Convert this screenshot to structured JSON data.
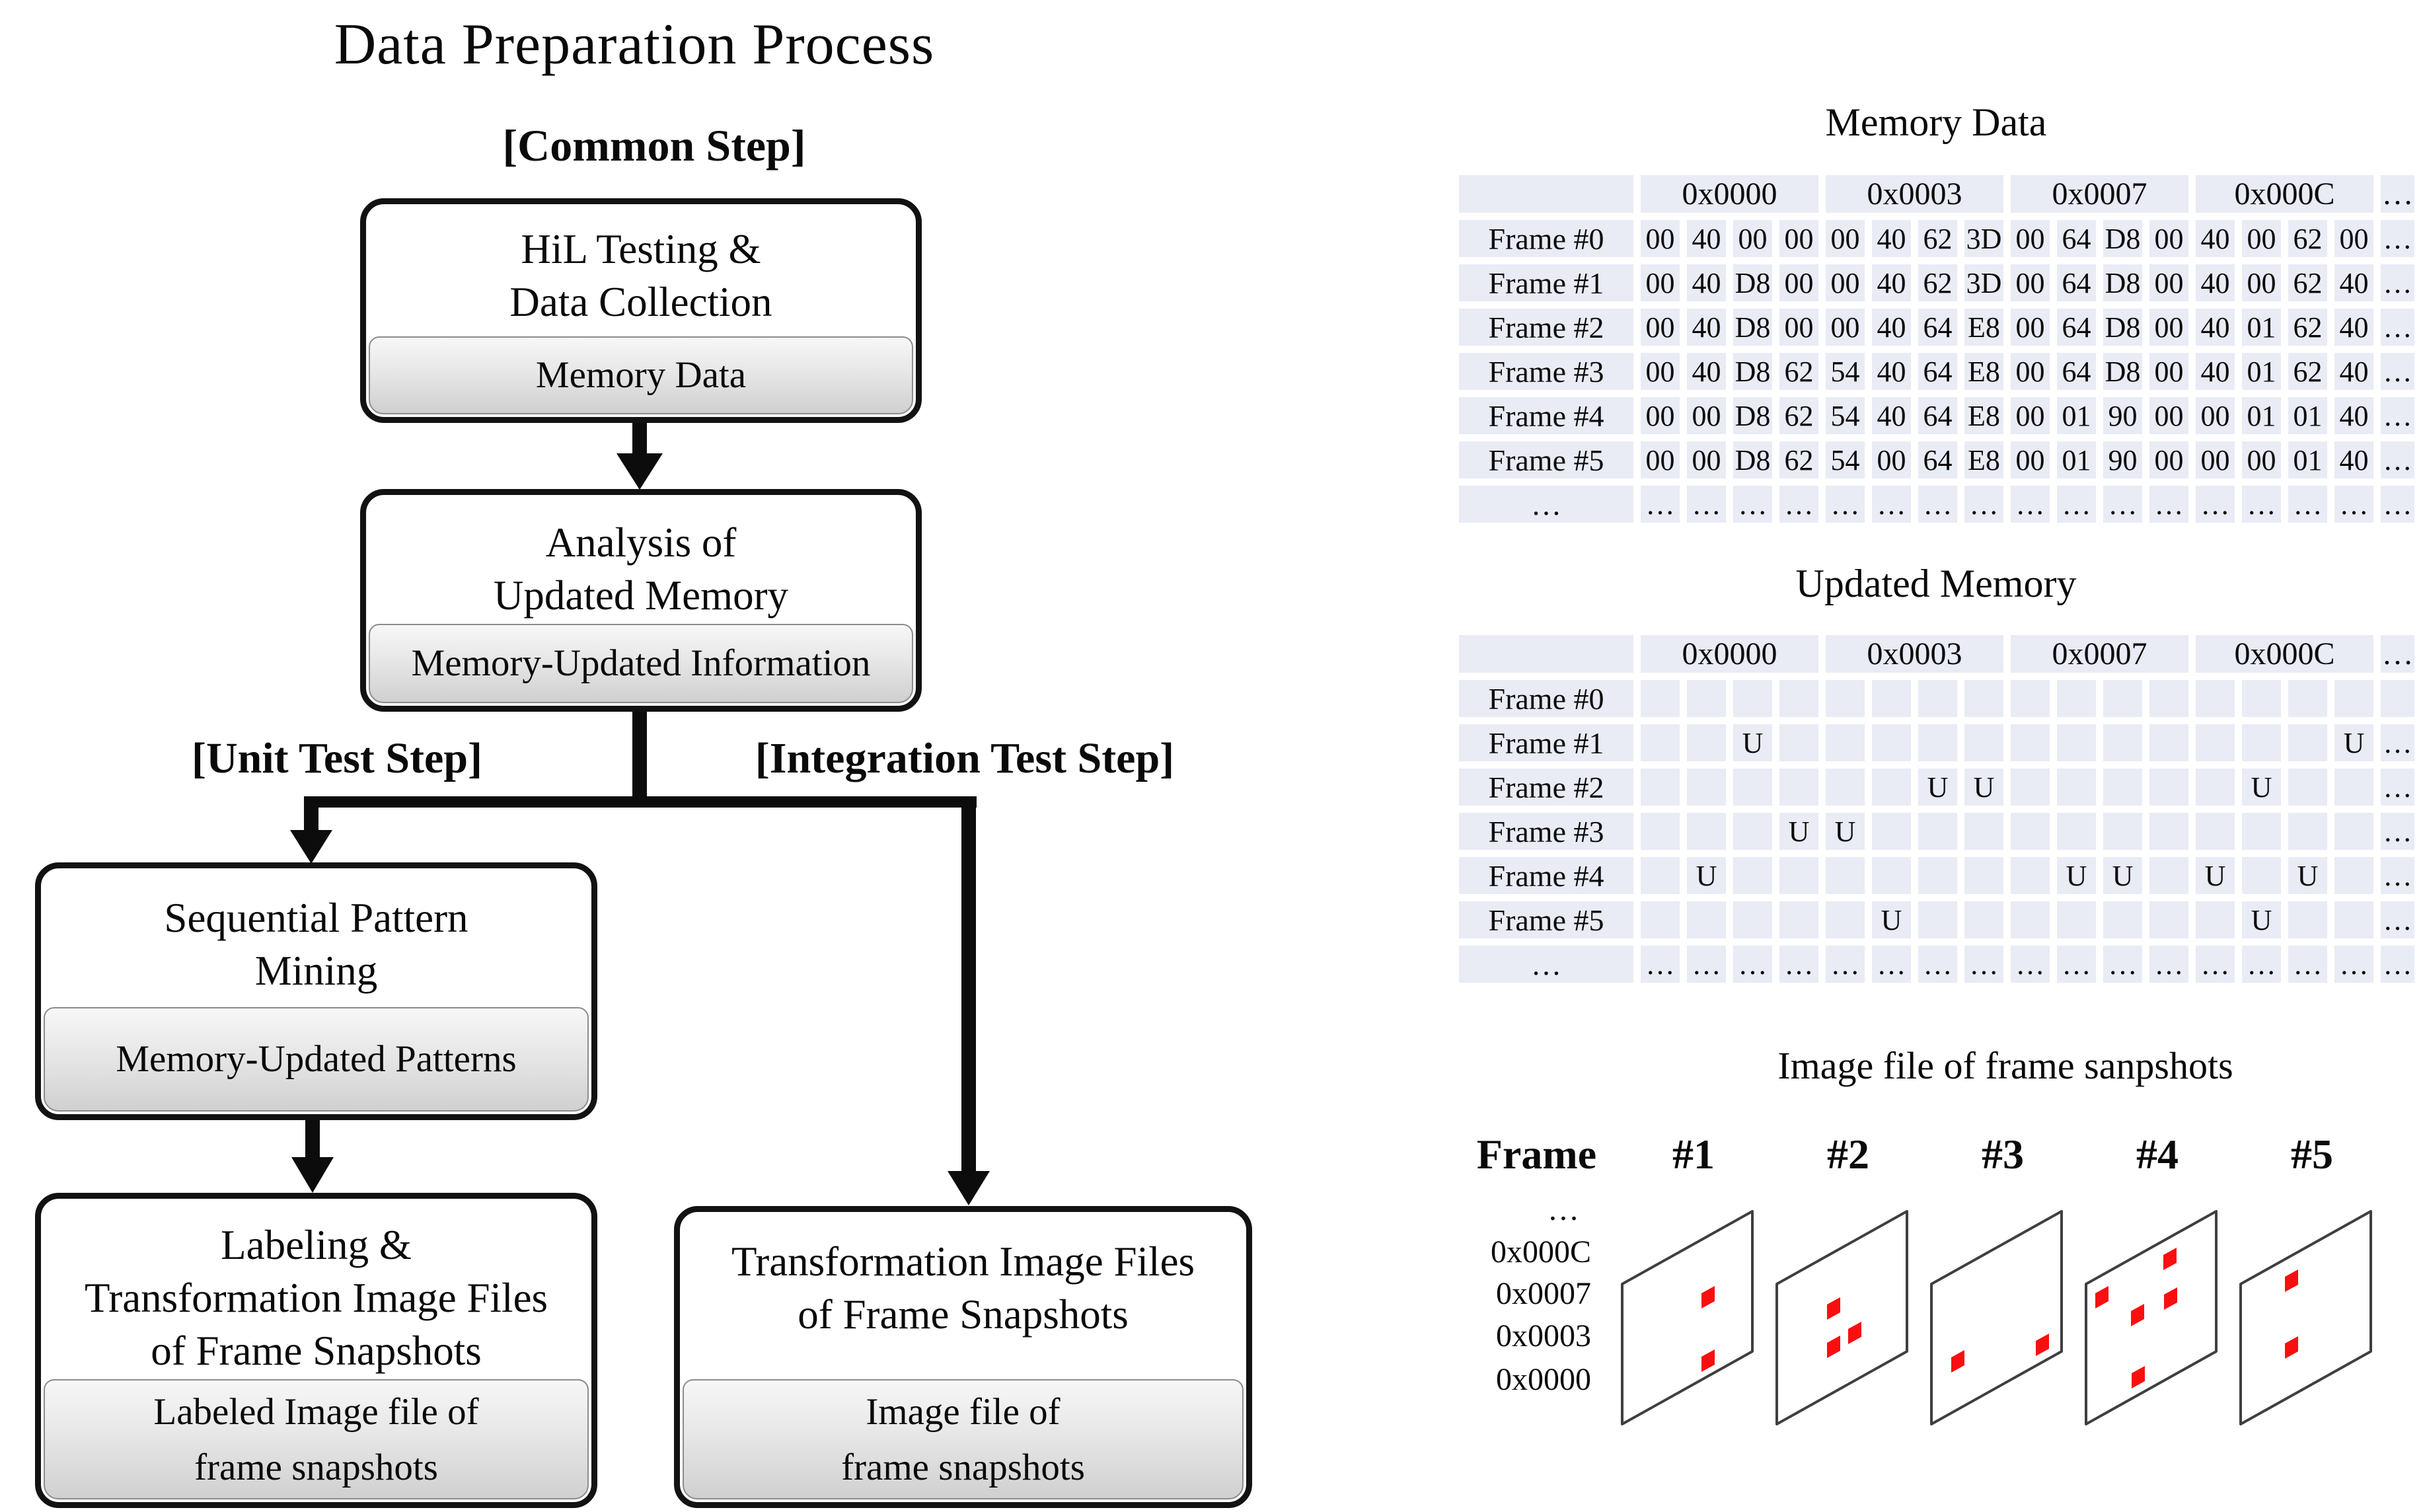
{
  "flowchart": {
    "title": "Data Preparation Process",
    "common_step_label": "[Common Step]",
    "unit_test_label": "[Unit Test Step]",
    "integration_test_label": "[Integration Test Step]",
    "boxes": {
      "hil": {
        "line1": "HiL Testing &",
        "line2": "Data Collection",
        "output": "Memory Data"
      },
      "analysis": {
        "line1": "Analysis of",
        "line2": "Updated Memory",
        "output": "Memory-Updated Information"
      },
      "mining": {
        "line1": "Sequential Pattern",
        "line2": "Mining",
        "output": "Memory-Updated Patterns"
      },
      "labeling": {
        "line1": "Labeling &",
        "line2": "Transformation Image Files",
        "line3": "of Frame Snapshots",
        "output_line1": "Labeled Image file of",
        "output_line2": "frame snapshots"
      },
      "transform": {
        "line1": "Transformation Image Files",
        "line2": "of Frame Snapshots",
        "output_line1": "Image file of",
        "output_line2": "frame snapshots"
      }
    }
  },
  "memory_table": {
    "title": "Memory Data",
    "address_headers": [
      "0x0000",
      "0x0003",
      "0x0007",
      "0x000C",
      "…"
    ],
    "rows": [
      {
        "label": "Frame #0",
        "cells": [
          "00",
          "40",
          "00",
          "00",
          "00",
          "40",
          "62",
          "3D",
          "00",
          "64",
          "D8",
          "00",
          "40",
          "00",
          "62",
          "00",
          "…"
        ]
      },
      {
        "label": "Frame #1",
        "cells": [
          "00",
          "40",
          "D8",
          "00",
          "00",
          "40",
          "62",
          "3D",
          "00",
          "64",
          "D8",
          "00",
          "40",
          "00",
          "62",
          "40",
          "…"
        ]
      },
      {
        "label": "Frame #2",
        "cells": [
          "00",
          "40",
          "D8",
          "00",
          "00",
          "40",
          "64",
          "E8",
          "00",
          "64",
          "D8",
          "00",
          "40",
          "01",
          "62",
          "40",
          "…"
        ]
      },
      {
        "label": "Frame #3",
        "cells": [
          "00",
          "40",
          "D8",
          "62",
          "54",
          "40",
          "64",
          "E8",
          "00",
          "64",
          "D8",
          "00",
          "40",
          "01",
          "62",
          "40",
          "…"
        ]
      },
      {
        "label": "Frame #4",
        "cells": [
          "00",
          "00",
          "D8",
          "62",
          "54",
          "40",
          "64",
          "E8",
          "00",
          "01",
          "90",
          "00",
          "00",
          "01",
          "01",
          "40",
          "…"
        ]
      },
      {
        "label": "Frame #5",
        "cells": [
          "00",
          "00",
          "D8",
          "62",
          "54",
          "00",
          "64",
          "E8",
          "00",
          "01",
          "90",
          "00",
          "00",
          "00",
          "01",
          "40",
          "…"
        ]
      },
      {
        "label": "…",
        "cells": [
          "…",
          "…",
          "…",
          "…",
          "…",
          "…",
          "…",
          "…",
          "…",
          "…",
          "…",
          "…",
          "…",
          "…",
          "…",
          "…",
          "…"
        ]
      }
    ]
  },
  "updated_table": {
    "title": "Updated Memory",
    "address_headers": [
      "0x0000",
      "0x0003",
      "0x0007",
      "0x000C",
      "…"
    ],
    "rows": [
      {
        "label": "Frame #0",
        "cells": [
          "",
          "",
          "",
          "",
          "",
          "",
          "",
          "",
          "",
          "",
          "",
          "",
          "",
          "",
          "",
          "",
          ""
        ]
      },
      {
        "label": "Frame #1",
        "cells": [
          "",
          "",
          "U",
          "",
          "",
          "",
          "",
          "",
          "",
          "",
          "",
          "",
          "",
          "",
          "",
          "U",
          "…"
        ]
      },
      {
        "label": "Frame #2",
        "cells": [
          "",
          "",
          "",
          "",
          "",
          "",
          "U",
          "U",
          "",
          "",
          "",
          "",
          "",
          "U",
          "",
          "",
          "…"
        ]
      },
      {
        "label": "Frame #3",
        "cells": [
          "",
          "",
          "",
          "U",
          "U",
          "",
          "",
          "",
          "",
          "",
          "",
          "",
          "",
          "",
          "",
          "",
          "…"
        ]
      },
      {
        "label": "Frame #4",
        "cells": [
          "",
          "U",
          "",
          "",
          "",
          "",
          "",
          "",
          "",
          "U",
          "U",
          "",
          "U",
          "",
          "U",
          "",
          "…"
        ]
      },
      {
        "label": "Frame #5",
        "cells": [
          "",
          "",
          "",
          "",
          "",
          "U",
          "",
          "",
          "",
          "",
          "",
          "",
          "",
          "U",
          "",
          "",
          "…"
        ]
      },
      {
        "label": "…",
        "cells": [
          "…",
          "…",
          "…",
          "…",
          "…",
          "…",
          "…",
          "…",
          "…",
          "…",
          "…",
          "…",
          "…",
          "…",
          "…",
          "…",
          "…"
        ]
      }
    ]
  },
  "snapshots": {
    "title": "Image file of frame sanpshots",
    "frame_label": "Frame",
    "frame_numbers": [
      "#1",
      "#2",
      "#3",
      "#4",
      "#5"
    ],
    "address_labels": [
      "…",
      "0x000C",
      "0x0007",
      "0x0003",
      "0x0000"
    ],
    "dot_color": "#f90f0f",
    "plane_stroke": "#3f3f3f",
    "frames": [
      {
        "label": "#1",
        "dots": [
          [
            130,
            20
          ],
          [
            130,
            116
          ]
        ]
      },
      {
        "label": "#2",
        "dots": [
          [
            86,
            37
          ],
          [
            118,
            74
          ],
          [
            86,
            95
          ]
        ]
      },
      {
        "label": "#3",
        "dots": [
          [
            40,
            117
          ],
          [
            168,
            92
          ]
        ]
      },
      {
        "label": "#4",
        "dots": [
          [
            127,
            -38
          ],
          [
            24,
            20
          ],
          [
            78,
            47
          ],
          [
            128,
            22
          ],
          [
            79,
            141
          ]
        ]
      },
      {
        "label": "#5",
        "dots": [
          [
            77,
            -5
          ],
          [
            77,
            96
          ]
        ]
      }
    ]
  }
}
